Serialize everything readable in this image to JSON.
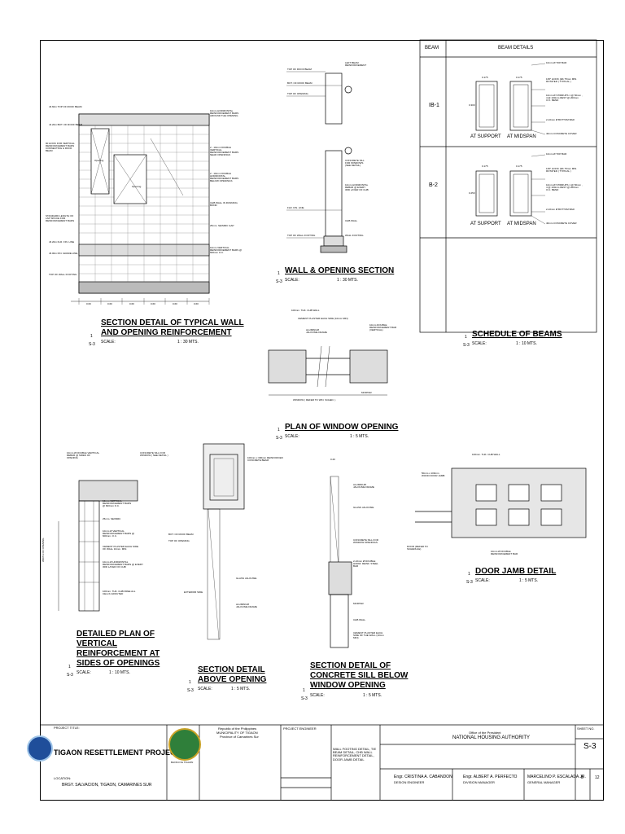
{
  "details": {
    "typical_wall": {
      "title_1": "SECTION DETAIL OF TYPICAL WALL",
      "title_2": "AND OPENING REINFORCEMENT",
      "scale_label": "SCALE:",
      "scale": "1 : 30 MTS.",
      "num": "1",
      "sheet": "S-3",
      "opening_label": "Opening",
      "dims": [
        "0.60",
        "0.60",
        "0.60",
        "0.60",
        "0.60",
        "0.60"
      ],
      "left_notes": [
        "J0.60m TOP OF ROOF BEAM",
        "J2.20m BOT. OF ROOF BEAM",
        "90 HOOK FOR VERTICAL REINFORCEMENT BARS CONNECTING & ROOF BEAM",
        "STANDARD LENGTH OF LAP SPLICE FOR REINFORCEMENT BARS",
        "J0.20m FLR. FIN. LINE",
        "J0.00m FIN. GRADE LINE",
        "TOP OF WALL FOOTING"
      ],
      "right_notes": [
        "10mm HORIZONTAL REINFORCEMENT BARS AROUND THE OPENING",
        "2 - 10mm DOUBLE VERTICAL REINFORCEMENT BARS NEAR OPENINGS",
        "2 - 10mm DOUBLE HORIZONTAL REINFORCEMENT BARS BELOW OPENINGS",
        "CHB WALL IN RUNNING BOND",
        "25mm. SEISMIC GAP",
        "10mm VERTICAL REINFORCEMENT BARS @ 600mm O.C."
      ]
    },
    "wall_opening": {
      "title": "WALL & OPENING SECTION",
      "scale_label": "SCALE:",
      "scale": "1 : 30 MTS.",
      "num": "1",
      "sheet": "S-3",
      "notes": [
        "TOP OF ROOF BEAM",
        "BOT. OF ROOF BEAM",
        "TOP OF OPENING",
        "LEFT BEAM REINFORCEMENT",
        "CONCRETE SILL FOR WINDOWS (SEE DETAIL)",
        "10mm HORIZONTAL REBAR @ EVERY 3RD LAYER OF CHB",
        "CHB WALL",
        "FLR. FIN. LINE",
        "WALL FOOTING",
        "TOP OF WALL FOOTING"
      ]
    },
    "beam_schedule": {
      "title": "SCHEDULE OF BEAMS",
      "scale_label": "SCALE:",
      "scale": "1 : 10 MTS.",
      "num": "1",
      "sheet": "S-3",
      "col_beam": "BEAM",
      "col_details": "BEAM DETAILS",
      "rows": [
        {
          "mark": "IB-1",
          "support": "AT SUPPORT",
          "midspan": "AT MIDSPAN",
          "width": "0.175",
          "depth": "0.300",
          "notes": [
            "10mm  Ø TOP BAR",
            "135° HOOK (ldb 75mm MIN. ROTATED ( TYPICAL )",
            "10mm Ø STIRRUPS 1 @ 50mm , 4 @ 100mm REST @ 200mm  O.C. BEND",
            "2-10mm Ø BOTTOM BAR",
            "40mm  CONCRETE COVER"
          ]
        },
        {
          "mark": "B-2",
          "support": "AT SUPPORT",
          "midspan": "AT MIDSPAN",
          "width": "0.175",
          "depth": "0.250",
          "notes": [
            "10mm  Ø TOP BAR",
            "135° HOOK (ldb 75mm MIN. ROTATED ( TYPICAL )",
            "10mm Ø STIRRUPS 1 @ 50mm , 4 @ 100mm REST @ 200mm  O.C. BEND",
            "2-10mm Ø BOTTOM BAR",
            "40mm  CONCRETE COVER"
          ]
        }
      ]
    },
    "window_plan": {
      "title": "PLAN OF WINDOW OPENING",
      "scale_label": "SCALE:",
      "scale": "1 : 5 MTS.",
      "num": "1",
      "sheet": "S-3",
      "label": "WINDOW ( REFER TO WIN. SCHED. )",
      "notes": [
        "100mm. THK. CHB WALL",
        "CEMENT PLASTER EACH SIDE (10mm MIN)",
        "ALUMINUM JALOUSIE FRAME",
        "10mm DOUBLE REINFORCEMENT BAR (VERTICAL)",
        "MORTAR"
      ]
    },
    "vertical_reinf": {
      "title_1": "DETAILED PLAN OF",
      "title_2": "VERTICAL",
      "title_3": "REINFORCEMENT AT",
      "title_4": "SIDES OF OPENINGS",
      "scale_label": "SCALE:",
      "scale": "1 : 10 MTS.",
      "num": "1",
      "sheet": "S-3",
      "side_label": "WIDTH OF OPENING",
      "notes": [
        "10mm  Ø DOUBLE VERTICAL REBAR @ SIDES OF OPENING",
        "CONCRETE SILL FOR WINDOW ( SEE DETAIL )",
        "10mm VERTICAL REINFORCEMENT BARS @ 600mm O.C.",
        "25mm. SEISMIC",
        "10mm  Ø VERTICAL REINFORCEMENT BARS @ 600mm. O.C.",
        "CEMENT PLASTER EACH SIDE OF WALL 10mm. MIN.",
        "10mm  Ø HORIZONTAL REINFORCEMENT BARS @ EVERY 3RD LAYER OF CHB",
        "100mm. THK. CHB FREE ALL CELLS GROUTED"
      ]
    },
    "above_opening": {
      "title_1": "SECTION DETAIL",
      "title_2": "ABOVE OPENING",
      "scale_label": "SCALE:",
      "scale": "1 : 5 MTS.",
      "num": "1",
      "sheet": "S-3",
      "notes": [
        "100mm x 300mm REINFORCED CONCRETE BEAM",
        "BOT. OF ROOF BEAM",
        "TOP OF OPENING",
        "GLASS JALOUSIE",
        "EXTERIOR SIDE",
        "ALUMINUM JALOUSIE FRAME"
      ]
    },
    "concrete_sill": {
      "title_1": "SECTION DETAIL OF",
      "title_2": "CONCRETE SILL BELOW",
      "title_3": "WINDOW OPENING",
      "scale_label": "SCALE:",
      "scale": "1 : 5 MTS.",
      "num": "1",
      "sheet": "S-3",
      "top_dim": "0.20",
      "notes": [
        "ALUMINUM JALOUSIE FRAME",
        "GLASS JALOUSIE",
        "CONCRETE SILL FOR WINDOW OPENINGS",
        "2-10mm Ø DOUBLE HORIZ. REINF. STEEL BAR",
        "MORTAR",
        "CHB WALL",
        "CEMENT PLASTER EACH SIDE OF THE WALL (10mm MIN)"
      ]
    },
    "door_jamb": {
      "title": "DOOR JAMB DETAIL",
      "scale_label": "SCALE:",
      "scale": "1 : 5 MTS.",
      "num": "1",
      "sheet": "S-3",
      "notes": [
        "100mm. THK. CHB WALL",
        "50mm x 100mm WOOD DOOR JAMB",
        "DOOR (REFER TO SCHEDULE)",
        "10mm Ø DOUBLE REINFORCEMENT BAR"
      ]
    }
  },
  "title_block": {
    "project_label": "PROJECT TITLE:",
    "project": "TIGAON RESETTLEMENT PROJECT P1",
    "location_label": "LOCATION:",
    "location": "BRGY. SALVACION, TIGAON, CAMARINES SUR",
    "seal_text": "BAYAN NG TIGAON",
    "republic": "Republic of the Philippines",
    "municipality": "MUNICIPALITY OF TIGAON",
    "province": "Province of Camarines Sur",
    "project_engineer": "PROJECT ENGINEER",
    "office": "Office of the President",
    "agency": "NATIONAL HOUSING AUTHORITY",
    "sheet_contents": "WALL FOOTING DETAIL, TIE BEAM DETAIL, CHB WALL REINFORCEMENT DETAIL, DOOR JAMB DETAIL",
    "engineers": [
      {
        "name": "Engr. CRISTINA A. CABANDON",
        "role": "DESIGN ENGINEER"
      },
      {
        "name": "Engr. ALBERT A. PERFECTO",
        "role": "DIVISION MANAGER"
      },
      {
        "name": "MARCELINO P. ESCALADA JR.",
        "role": "GENERAL MANAGER"
      }
    ],
    "sheet_no_label": "SHEET NO.",
    "sheet_no": "S-3",
    "page": "8",
    "total": "12"
  },
  "colors": {
    "line": "#000000",
    "cell": "#cccccc",
    "dark": "#666666",
    "seal_green": "#2f7f3a",
    "logo_blue": "#1f4e9a"
  }
}
